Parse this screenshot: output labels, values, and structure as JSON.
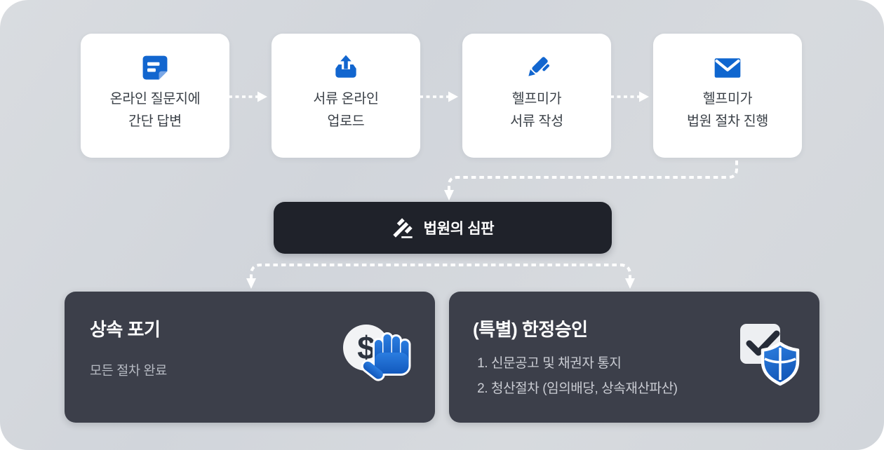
{
  "colors": {
    "panel_bg": "#d3d6db",
    "card_bg": "#ffffff",
    "accent_blue": "#1266cf",
    "pill_bg": "#1f222a",
    "dark_card_bg": "#3c3f4a",
    "step_text": "#3a4047",
    "muted_text": "#b5b9c1",
    "list_text": "#caccd3",
    "connector": "#ffffff"
  },
  "flow_steps": [
    {
      "icon": "note-icon",
      "line1": "온라인 질문지에",
      "line2": "간단 답변"
    },
    {
      "icon": "upload-icon",
      "line1": "서류 온라인",
      "line2": "업로드"
    },
    {
      "icon": "pen-icon",
      "line1": "헬프미가",
      "line2": "서류 작성"
    },
    {
      "icon": "mail-icon",
      "line1": "헬프미가",
      "line2": "법원 절차 진행"
    }
  ],
  "judgment_pill": {
    "icon": "gavel-icon",
    "label": "법원의 심판"
  },
  "outcome_left": {
    "icon": "money-hand-icon",
    "title": "상속 포기",
    "subtitle": "모든 절차 완료"
  },
  "outcome_right": {
    "icon": "shield-check-icon",
    "title": "(특별) 한정승인",
    "items": [
      "신문공고 및 채권자 통지",
      "청산절차 (임의배당, 상속재산파산)"
    ]
  }
}
